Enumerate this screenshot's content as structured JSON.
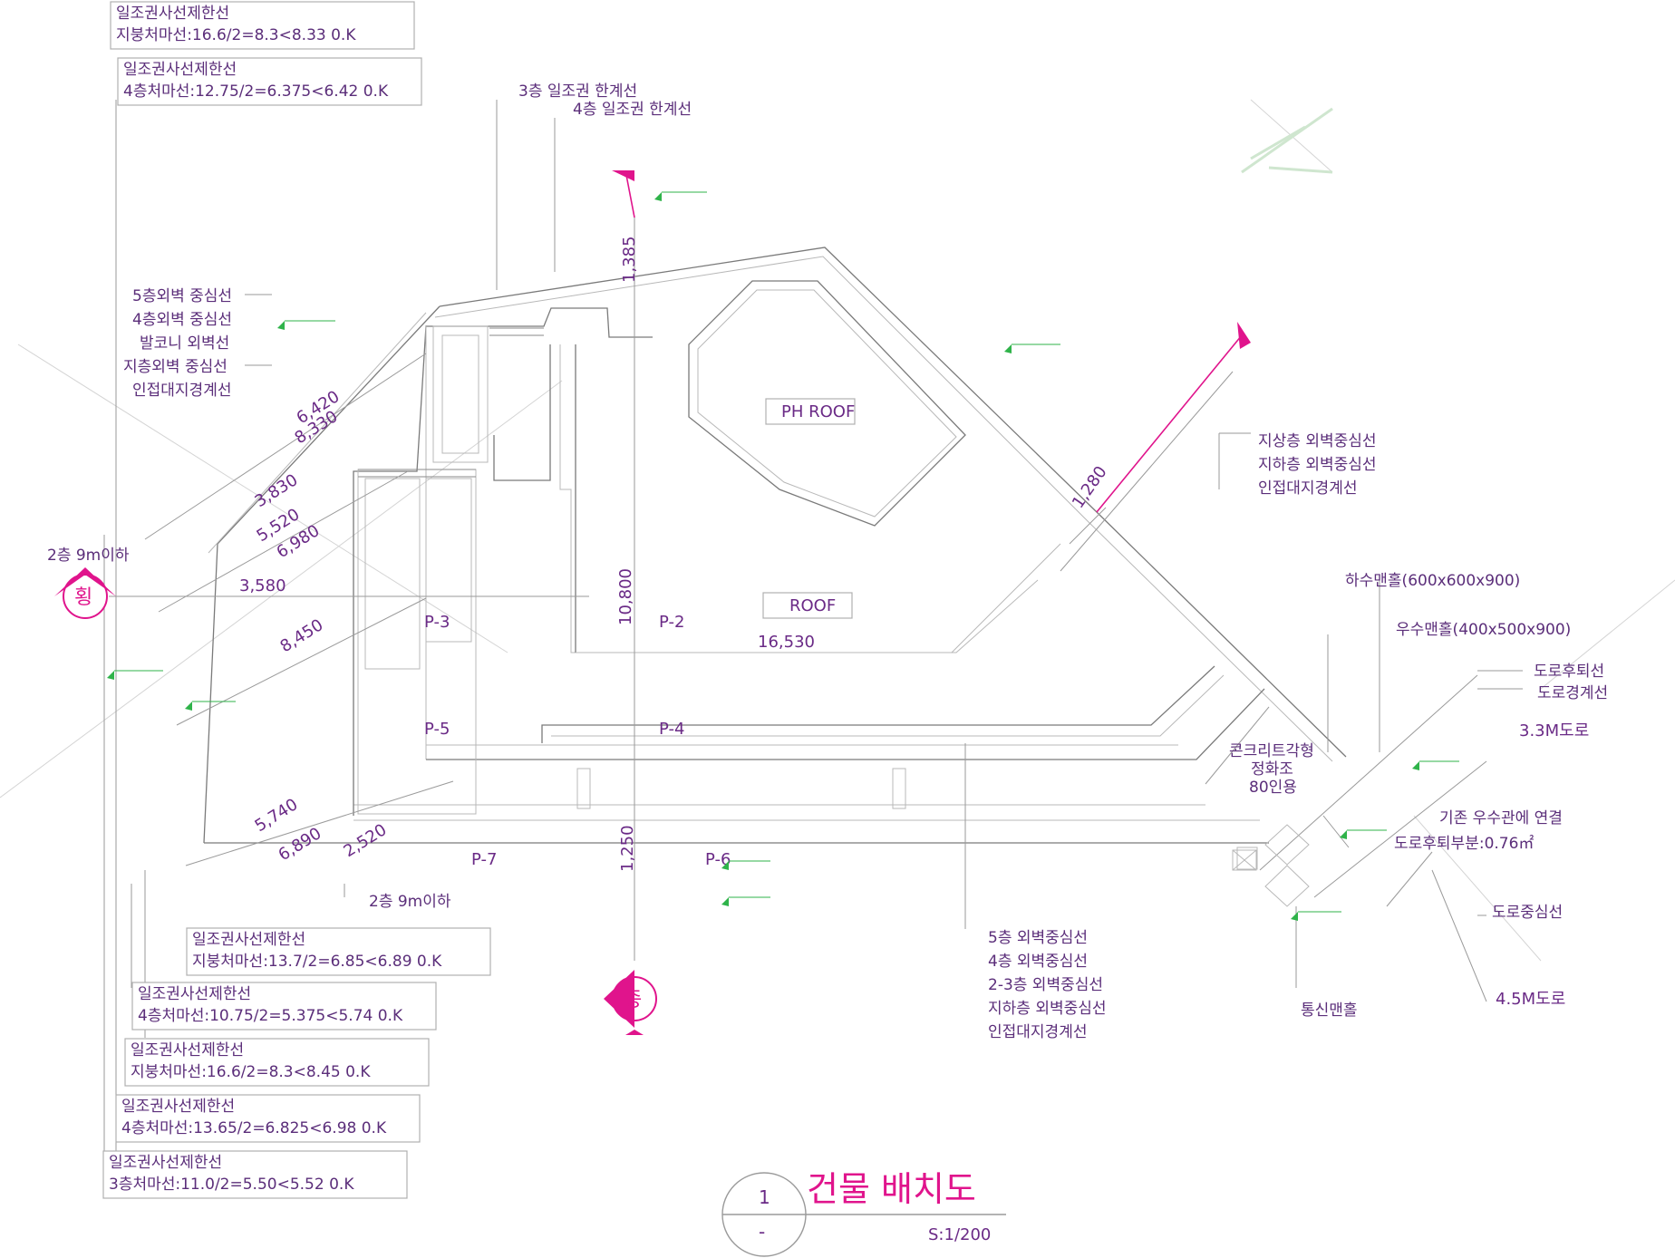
{
  "title": {
    "number": "1",
    "dash": "-",
    "text": "건물 배치도",
    "scale": "S:1/200"
  },
  "sun_boxes_top": [
    {
      "line1": "일조권사선제한선",
      "line2": "지붕처마선:16.6/2=8.3<8.33   0.K"
    },
    {
      "line1": "일조권사선제한선",
      "line2": "4층처마선:12.75/2=6.375<6.42   0.K"
    }
  ],
  "sun_boxes_bottom": [
    {
      "line1": "일조권사선제한선",
      "line2": "지붕처마선:13.7/2=6.85<6.89   0.K"
    },
    {
      "line1": "일조권사선제한선",
      "line2": "4층처마선:10.75/2=5.375<5.74   0.K"
    },
    {
      "line1": "일조권사선제한선",
      "line2": "지붕처마선:16.6/2=8.3<8.45   0.K"
    },
    {
      "line1": "일조권사선제한선",
      "line2": "4층처마선:13.65/2=6.825<6.98   0.K"
    },
    {
      "line1": "일조권사선제한선",
      "line2": "3층처마선:11.0/2=5.50<5.52   0.K"
    }
  ],
  "top_limit_labels": [
    "3층 일조권 한계선",
    "4층 일조권 한계선"
  ],
  "left_wall_labels": [
    "5층외벽 중심선",
    "4층외벽 중심선",
    "발코니 외벽선",
    "지층외벽 중심선",
    "인접대지경계선"
  ],
  "right_wall_labels": [
    "지상층 외벽중심선",
    "지하층 외벽중심선",
    "인접대지경계선"
  ],
  "bottom_wall_labels": [
    "5층 외벽중심선",
    "4층 외벽중심선",
    "2-3층 외벽중심선",
    "지하층 외벽중심선",
    "인접대지경계선"
  ],
  "roof_labels": {
    "ph_roof": "PH ROOF",
    "roof": "ROOF"
  },
  "parking_labels": [
    "P-2",
    "P-3",
    "P-4",
    "P-5",
    "P-6",
    "P-7"
  ],
  "dimensions": [
    "1,385",
    "6,420",
    "8,330",
    "3,830",
    "5,520",
    "6,980",
    "3,580",
    "10,800",
    "16,530",
    "8,450",
    "5,740",
    "6,890",
    "2,520",
    "1,250",
    "1,280"
  ],
  "notes": {
    "two_floor_top": "2층 9m이하",
    "two_floor_bottom": "2층 9m이하",
    "sewer_manhole": "하수맨홀(600x600x900)",
    "rain_manhole": "우수맨홀(400x500x900)",
    "road_setback": "도로후퇴선",
    "road_boundary": "도로경계선",
    "road_3_3": "3.3M도로",
    "septic_1": "콘크리트각형",
    "septic_2": "정화조",
    "septic_3": "80인용",
    "connect_1": "기존 우수관에 연결",
    "connect_2": "도로후퇴부분:0.76㎡",
    "road_center": "도로중심선",
    "road_4_5": "4.5M도로",
    "comm_manhole": "통신맨홀"
  },
  "section_marks": {
    "horizontal": "횡",
    "vertical": "종"
  },
  "colors": {
    "accent": "#e0148c",
    "text": "#5b2e7a",
    "level_marker": "#2fb34a",
    "line": "#7a7a7a"
  }
}
